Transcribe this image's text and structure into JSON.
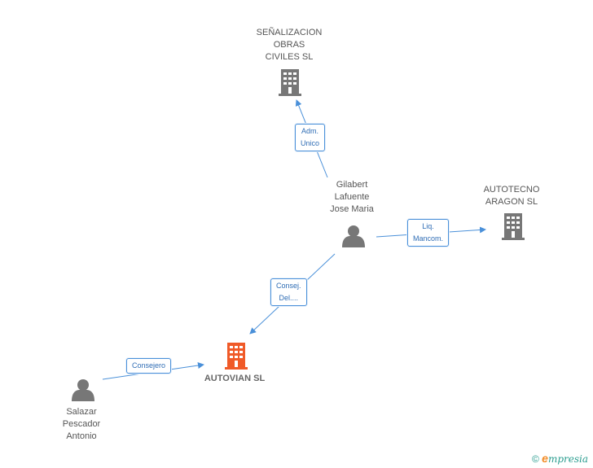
{
  "nodes": {
    "senalizacion": {
      "label": [
        "SEÑALIZACION",
        "OBRAS",
        "CIVILES SL"
      ]
    },
    "autotecno": {
      "label": [
        "AUTOTECNO",
        "ARAGON SL"
      ]
    },
    "autovian": {
      "label": [
        "AUTOVIAN SL"
      ]
    },
    "gilabert": {
      "label": [
        "Gilabert",
        "Lafuente",
        "Jose Maria"
      ]
    },
    "salazar": {
      "label": [
        "Salazar",
        "Pescador",
        "Antonio"
      ]
    }
  },
  "edges": {
    "adm": [
      "Adm.",
      "Unico"
    ],
    "liq": [
      "Liq.",
      "Mancom."
    ],
    "consej": [
      "Consej.",
      "Del...."
    ],
    "consejero": [
      "Consejero"
    ]
  },
  "footer": {
    "copyright": "©",
    "brand_initial": "e",
    "brand_rest": "mpresia"
  },
  "colors": {
    "company": "#777777",
    "main_company": "#f05a28",
    "person": "#777777",
    "edge": "#4a90d9"
  }
}
